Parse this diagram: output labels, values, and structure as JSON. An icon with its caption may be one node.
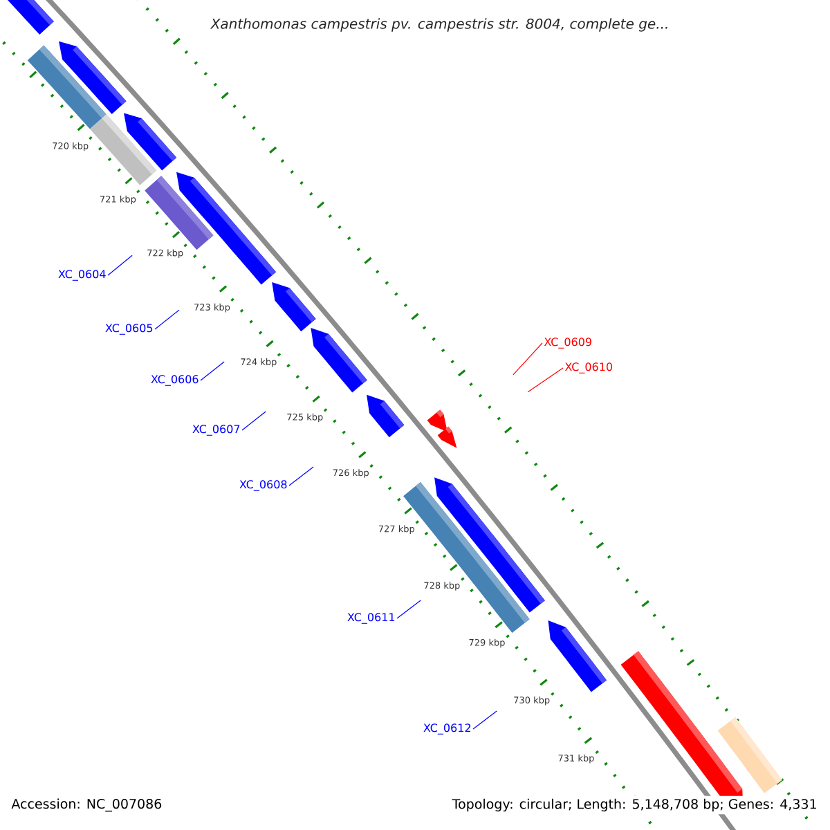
{
  "diagram": {
    "title": "Xanthomonas campestris pv. campestris str. 8004, complete ge...",
    "nodes": [
      {
        "text": [
          "XC_0604"
        ]
      },
      {
        "text": [
          "XC_0605"
        ]
      },
      {
        "text": [
          "XC_0606"
        ]
      },
      {
        "text": [
          "XC_0607"
        ]
      },
      {
        "text": [
          "XC_0608"
        ]
      },
      {
        "text": [
          "XC_0609"
        ]
      },
      {
        "text": [
          "XC_0610"
        ]
      },
      {
        "text": [
          "XC_0611"
        ]
      },
      {
        "text": [
          "XC_0612"
        ]
      }
    ],
    "edges": [
      {
        "from": 0,
        "to": null,
        "arrow": "none"
      },
      {
        "from": 1,
        "to": null,
        "arrow": "none"
      },
      {
        "from": 2,
        "to": null,
        "arrow": "none"
      },
      {
        "from": 3,
        "to": null,
        "arrow": "none"
      },
      {
        "from": 4,
        "to": null,
        "arrow": "none"
      },
      {
        "from": 5,
        "to": null,
        "arrow": "none",
        "color": "#ff0000"
      },
      {
        "from": 6,
        "to": null,
        "arrow": "none",
        "color": "#ff0000"
      },
      {
        "from": 7,
        "to": null,
        "arrow": "none"
      },
      {
        "from": 8,
        "to": null,
        "arrow": "none"
      }
    ],
    "labels": [
      "720 kbp",
      "721 kbp",
      "722 kbp",
      "723 kbp",
      "724 kbp",
      "725 kbp",
      "726 kbp",
      "727 kbp",
      "728 kbp",
      "729 kbp",
      "730 kbp",
      "731 kbp",
      "Accession: NC_007086",
      "Topology: circular; Length: 5,148,708 bp; Genes: 4,331"
    ]
  }
}
